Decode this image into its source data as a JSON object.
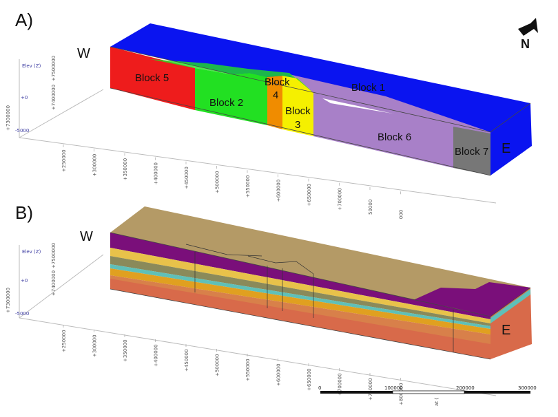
{
  "panel_a": {
    "label": "A)",
    "west_label": "W",
    "east_label": "E",
    "elev_axis": {
      "title": "Elev (Z)",
      "ticks": [
        "+7500000",
        "+0",
        "-5000"
      ]
    },
    "y_axis_ticks": [
      "+7300000",
      "+7400000"
    ],
    "x_axis_ticks": [
      "+250000",
      "+300000",
      "+350000",
      "+400000",
      "+450000",
      "+500000",
      "+550000",
      "+600000",
      "+650000",
      "+700000",
      "50000",
      "000"
    ],
    "blocks": [
      {
        "label": "Block 5",
        "color": "#ee1c1c"
      },
      {
        "label": "Block 2",
        "color": "#22e022"
      },
      {
        "label": "Block 4",
        "color": "#f08c00"
      },
      {
        "label": "Block 3",
        "color": "#f5f000"
      },
      {
        "label": "Block 1",
        "color": "#a880c8"
      },
      {
        "label": "Block 6",
        "color": "#a880c8"
      },
      {
        "label": "Block 7",
        "color": "#777777"
      }
    ],
    "top_color": "#0a14f0"
  },
  "panel_b": {
    "label": "B)",
    "west_label": "W",
    "east_label": "E",
    "elev_axis": {
      "title": "Elev (Z)",
      "ticks": [
        "+7500000",
        "+0",
        "-5000"
      ]
    },
    "y_axis_ticks": [
      "+7300000",
      "+7400000"
    ],
    "x_axis_ticks": [
      "+250000",
      "+300000",
      "+350000",
      "+400000",
      "+450000",
      "+500000",
      "+550000",
      "+600000",
      "+650000",
      "+700000",
      "+750000",
      "+800000"
    ],
    "layer_colors": [
      "#b49a66",
      "#7a0f7a",
      "#e8c24a",
      "#8a8a5a",
      "#5fc0b8",
      "#e0a020",
      "#d8804a",
      "#d86a4a"
    ]
  },
  "north_arrow": {
    "label": "N"
  },
  "scale_bar": {
    "labels": [
      "0",
      "100000",
      "200000",
      "300000"
    ],
    "unit_fragment": "at ("
  }
}
